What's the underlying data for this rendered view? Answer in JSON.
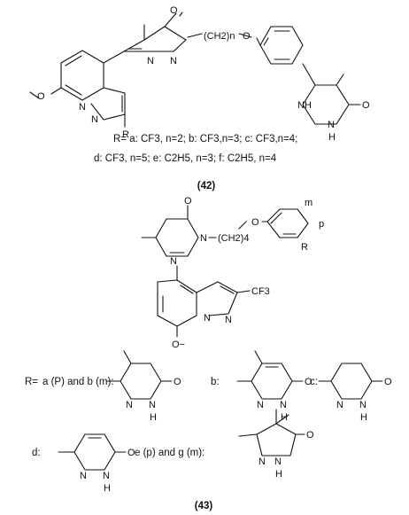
{
  "compound_42": {
    "chain": "(CH2)n",
    "methoxy": "O",
    "substituent": "R",
    "oxygen_link": "O",
    "carbonyl_1": "O",
    "carbonyl_2": "O",
    "n_ring": "N",
    "nn_ring": "N",
    "pyz_n1": "N",
    "pyz_n2": "N",
    "nh_1": "NH",
    "nh_2": "N",
    "nh_2h": "H",
    "r_definition_line1": "R= a: CF3, n=2; b: CF3,n=3; c: CF3,n=4;",
    "r_definition_line2": "d: CF3, n=5; e: C2H5, n=3; f: C2H5, n=4",
    "label": "(42)"
  },
  "compound_43": {
    "chain": "(CH2)4",
    "oxygen_link": "O",
    "carbonyl": "O",
    "phenyl_m": "m",
    "phenyl_p": "p",
    "substituent": "R",
    "cf3": "CF3",
    "ominus": "O−",
    "n1": "N",
    "n2": "N",
    "n3": "N",
    "n4": "N",
    "r_prefix": "R=",
    "r_a_label": "a (P) and b (m):",
    "r_b_label": "b:",
    "r_c_label": "c:",
    "r_d_label": "d:",
    "r_eg_label": "e (p) and g (m):",
    "ring_nh": "N",
    "ring_h": "H",
    "ring_o": "O",
    "label": "(43)"
  }
}
